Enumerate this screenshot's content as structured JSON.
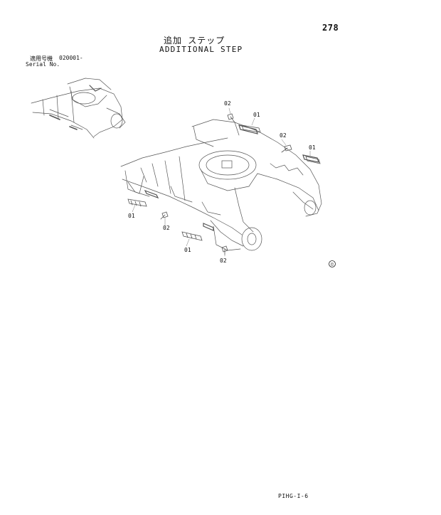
{
  "header": {
    "page_number": "278",
    "title_ja": "追加 ステップ",
    "title_en": "ADDITIONAL STEP"
  },
  "serial": {
    "label_ja": "適用号機",
    "label_en": "Serial No.",
    "value": "020001-"
  },
  "callouts": [
    "02",
    "01",
    "02",
    "01",
    "01",
    "02",
    "01",
    "02"
  ],
  "footer": {
    "code": "PIHG-I-6"
  }
}
